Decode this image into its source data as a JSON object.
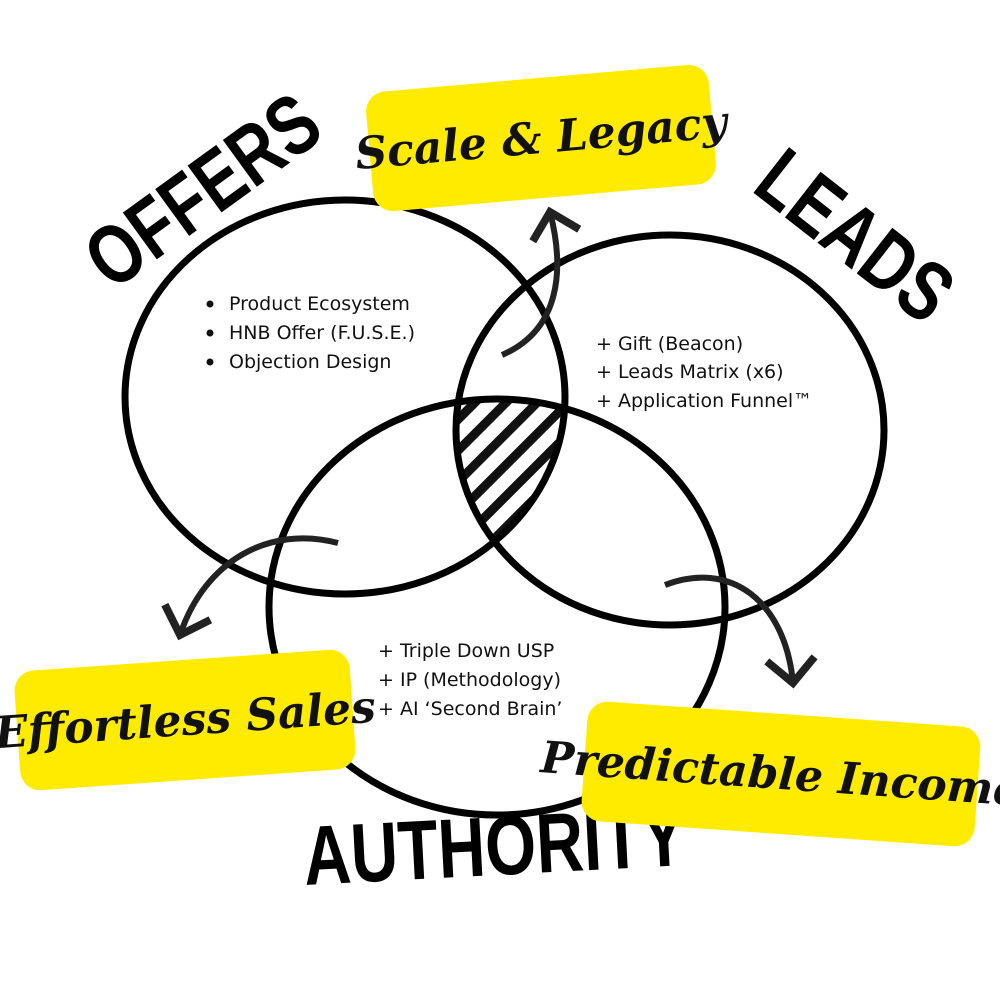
{
  "circles": {
    "offers": {
      "title": "OFFERS",
      "items": [
        "Product Ecosystem",
        "HNB Offer (F.U.S.E.)",
        "Objection Design"
      ]
    },
    "leads": {
      "title": "LEADS",
      "items": [
        "+ Gift (Beacon)",
        "+ Leads Matrix (x6)",
        "+ Application Funnel™"
      ]
    },
    "authority": {
      "title": "AUTHORITY",
      "items": [
        "+ Triple Down USP",
        "+ IP (Methodology)",
        "+ AI ‘Second Brain’"
      ]
    }
  },
  "outcomes": {
    "scale": "Scale & Legacy",
    "sales": "Effortless Sales",
    "income": "Predictable Income"
  },
  "colors": {
    "highlight": "#FFEB00",
    "ink": "#000000"
  }
}
